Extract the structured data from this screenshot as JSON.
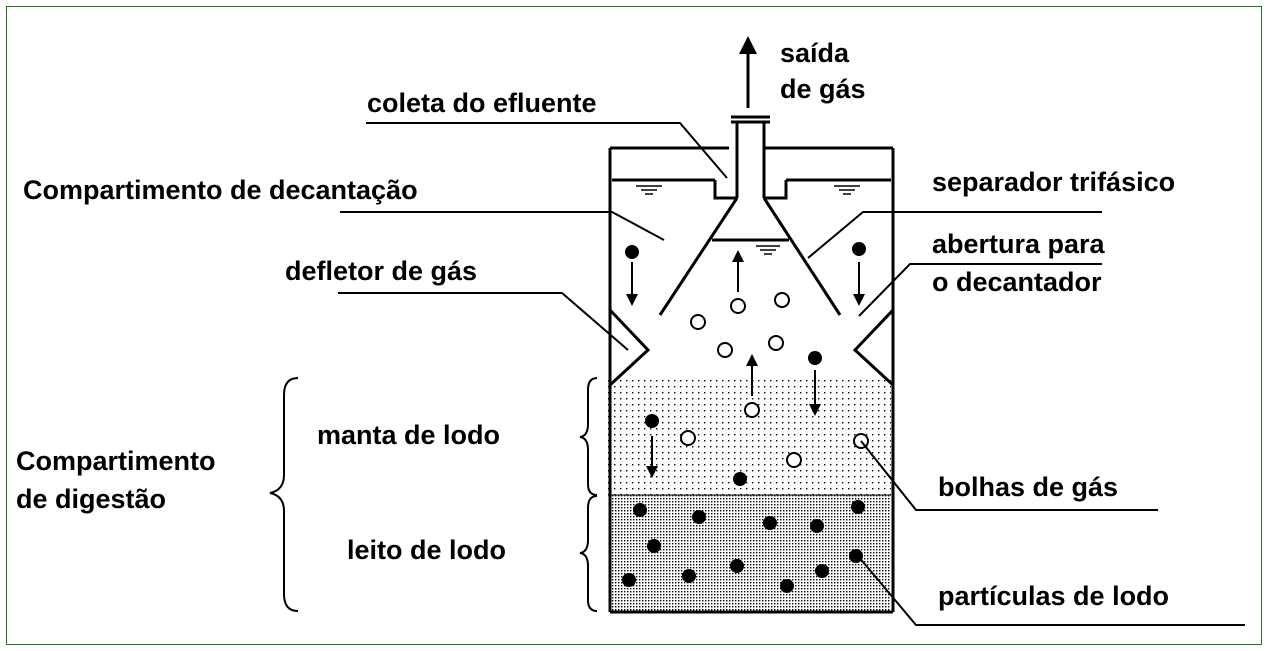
{
  "labels": {
    "saida_gas_1": "saída",
    "saida_gas_2": "de gás",
    "coleta_efluente": "coleta do efluente",
    "compartimento_decantacao": "Compartimento de decantação",
    "separador_trifasico": "separador trifásico",
    "abertura_1": "abertura para",
    "abertura_2": "o decantador",
    "defletor_gas": "defletor de gás",
    "manta_lodo": "manta de lodo",
    "compartimento_digestao_1": "Compartimento",
    "compartimento_digestao_2": "de digestão",
    "bolhas_gas": "bolhas de gás",
    "leito_lodo": "leito de lodo",
    "particulas_lodo": "partículas de lodo"
  },
  "colors": {
    "frame_border": "#1a7a1a",
    "ink": "#000000"
  }
}
